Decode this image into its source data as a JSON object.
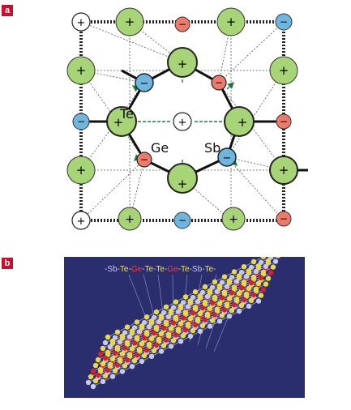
{
  "panels": [
    {
      "label": "a"
    },
    {
      "label": "b"
    }
  ],
  "diagram": {
    "atom_labels": {
      "te": "Te",
      "ge": "Ge",
      "sb": "Sb"
    },
    "plus_symbol": "+",
    "minus_symbol": "−",
    "colors": {
      "green": "#a8d478",
      "blue": "#6fb6df",
      "red": "#ee7a6a",
      "white": "#ffffff",
      "arrow": "#1a7a3a",
      "panel_b_bg": "#2a2e6e"
    }
  },
  "sequence": [
    {
      "text": "-Sb-",
      "color": "#c9c9ef"
    },
    {
      "text": "Te",
      "color": "#f2e45a"
    },
    {
      "text": "-",
      "color": "#c9c9ef"
    },
    {
      "text": "Ge",
      "color": "#ff3b3b"
    },
    {
      "text": "-",
      "color": "#c9c9ef"
    },
    {
      "text": "Te",
      "color": "#f2e45a"
    },
    {
      "text": "-",
      "color": "#c9c9ef"
    },
    {
      "text": "Te",
      "color": "#f2e45a"
    },
    {
      "text": "-",
      "color": "#c9c9ef"
    },
    {
      "text": "Ge",
      "color": "#ff3b3b"
    },
    {
      "text": "-",
      "color": "#c9c9ef"
    },
    {
      "text": "Te",
      "color": "#f2e45a"
    },
    {
      "text": "-Sb-",
      "color": "#c9c9ef"
    },
    {
      "text": "Te",
      "color": "#f2e45a"
    },
    {
      "text": "-",
      "color": "#c9c9ef"
    }
  ]
}
